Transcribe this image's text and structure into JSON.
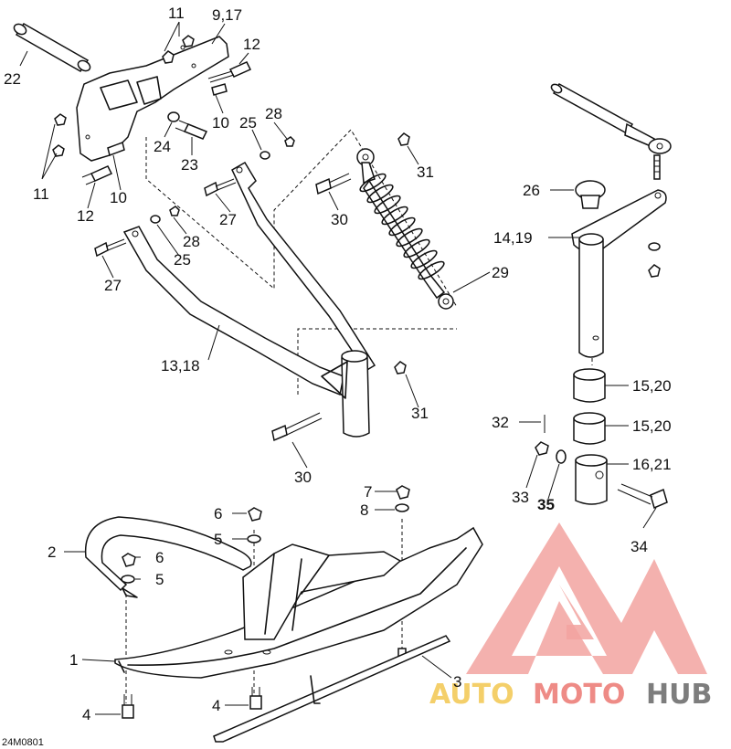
{
  "reference_code": "24M0801",
  "callouts": {
    "c1": "1",
    "c2": "2",
    "c3": "3",
    "c4a": "4",
    "c4b": "4",
    "c5a": "5",
    "c5b": "5",
    "c6a": "6",
    "c6b": "6",
    "c7": "7",
    "c8": "8",
    "c9_17": "9,17",
    "c10a": "10",
    "c10b": "10",
    "c11a": "11",
    "c11b": "11",
    "c12a": "12",
    "c12b": "12",
    "c13_18": "13,18",
    "c14_19": "14,19",
    "c15_20a": "15,20",
    "c15_20b": "15,20",
    "c16_21": "16,21",
    "c22": "22",
    "c23": "23",
    "c24": "24",
    "c25a": "25",
    "c25b": "25",
    "c26": "26",
    "c27a": "27",
    "c27b": "27",
    "c28a": "28",
    "c28b": "28",
    "c29": "29",
    "c30a": "30",
    "c30b": "30",
    "c31a": "31",
    "c31b": "31",
    "c32": "32",
    "c33": "33",
    "c34": "34",
    "c35": "35"
  },
  "watermark": {
    "part1": "AUTO",
    "part2": "MOTO",
    "part3": "HUB",
    "color_yellow": "#f4cf6a",
    "color_red": "#ee8b86",
    "color_gray": "#7d7d7d"
  }
}
